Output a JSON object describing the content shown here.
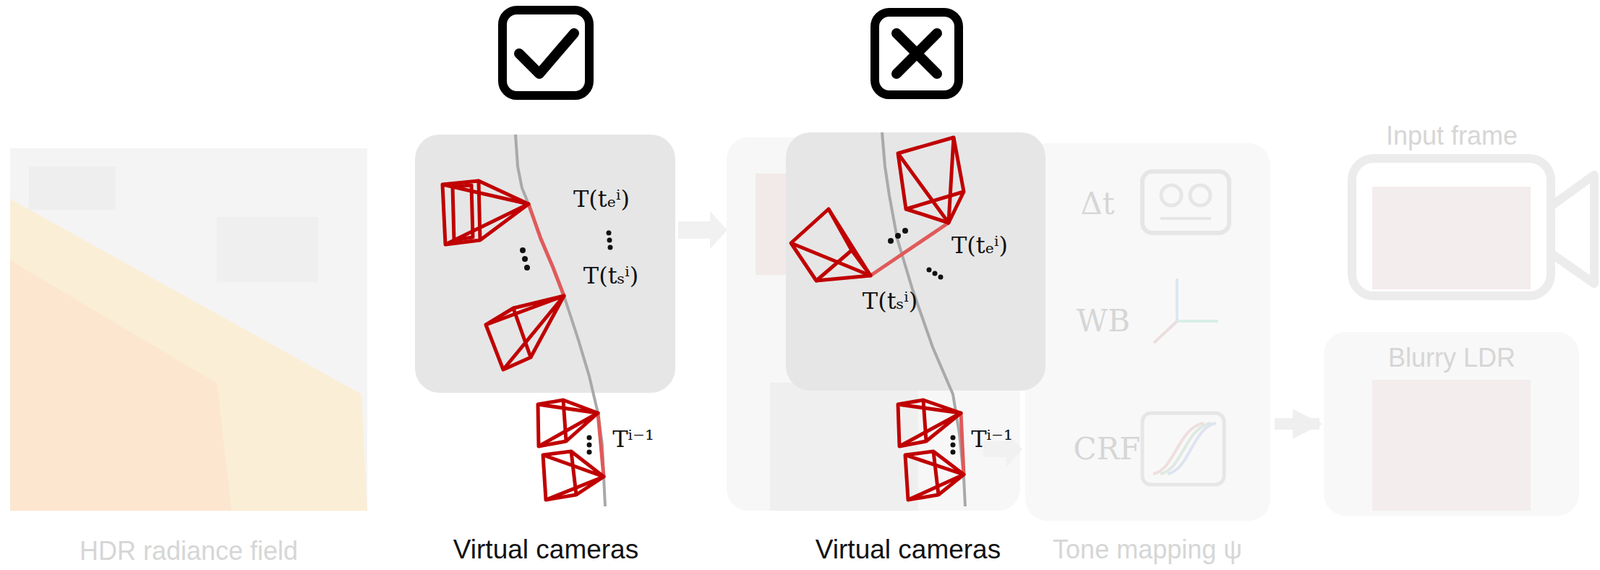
{
  "diagram": {
    "nodes": [
      {
        "text": [
          "HDR radiance field"
        ]
      },
      {
        "text": [
          "T(tₑⁱ)",
          "T(tₛⁱ)"
        ]
      },
      {
        "text": [
          "T(tₑⁱ)",
          "T(tₛⁱ)"
        ]
      },
      {
        "text": [
          "Δt",
          "WB",
          "CRF",
          "Tone mapping ψ"
        ]
      },
      {
        "text": [
          "Input frame"
        ]
      },
      {
        "text": [
          "Blurry LDR"
        ]
      }
    ],
    "edges": [
      {
        "from": 3,
        "to": 5,
        "arrow": "to"
      }
    ],
    "labels": [
      "Tⁱ⁻¹",
      "Tⁱ⁻¹",
      "Virtual cameras",
      "Virtual cameras"
    ]
  }
}
